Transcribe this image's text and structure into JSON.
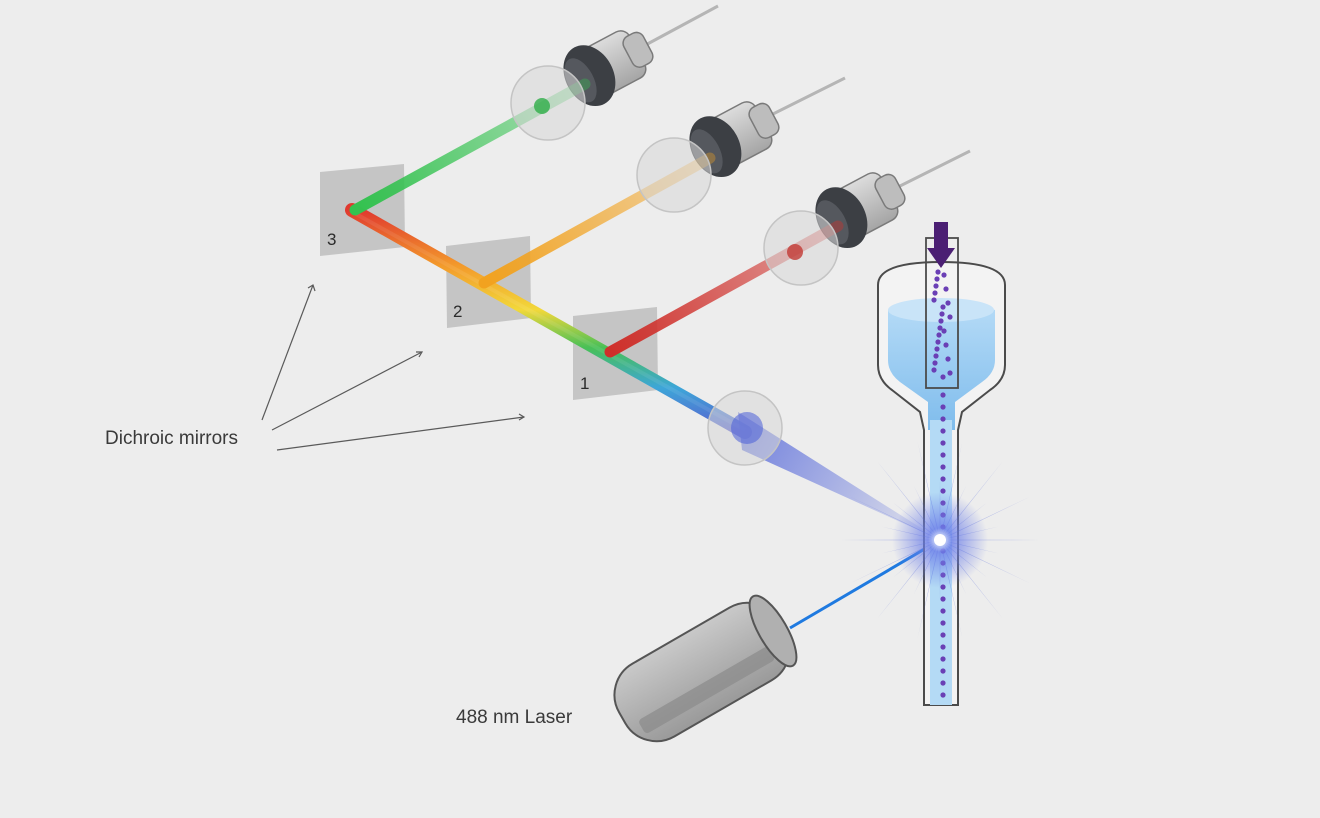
{
  "labels": {
    "dichroic": "Dichroic mirrors",
    "laser": "488 nm Laser"
  },
  "mirrors": [
    {
      "number": "1",
      "reflects_color": "#d23a34"
    },
    {
      "number": "2",
      "reflects_color": "#f2a52c"
    },
    {
      "number": "3",
      "reflects_color": "#3cc45a"
    }
  ],
  "colors": {
    "background": "#ededed",
    "laser_beam": "#1f7ae0",
    "scatter": "#3a4fd6",
    "sample_fluid": "#8fc6f2",
    "cells": "#6a3fb5",
    "flow_arrow": "#4b1f73"
  }
}
